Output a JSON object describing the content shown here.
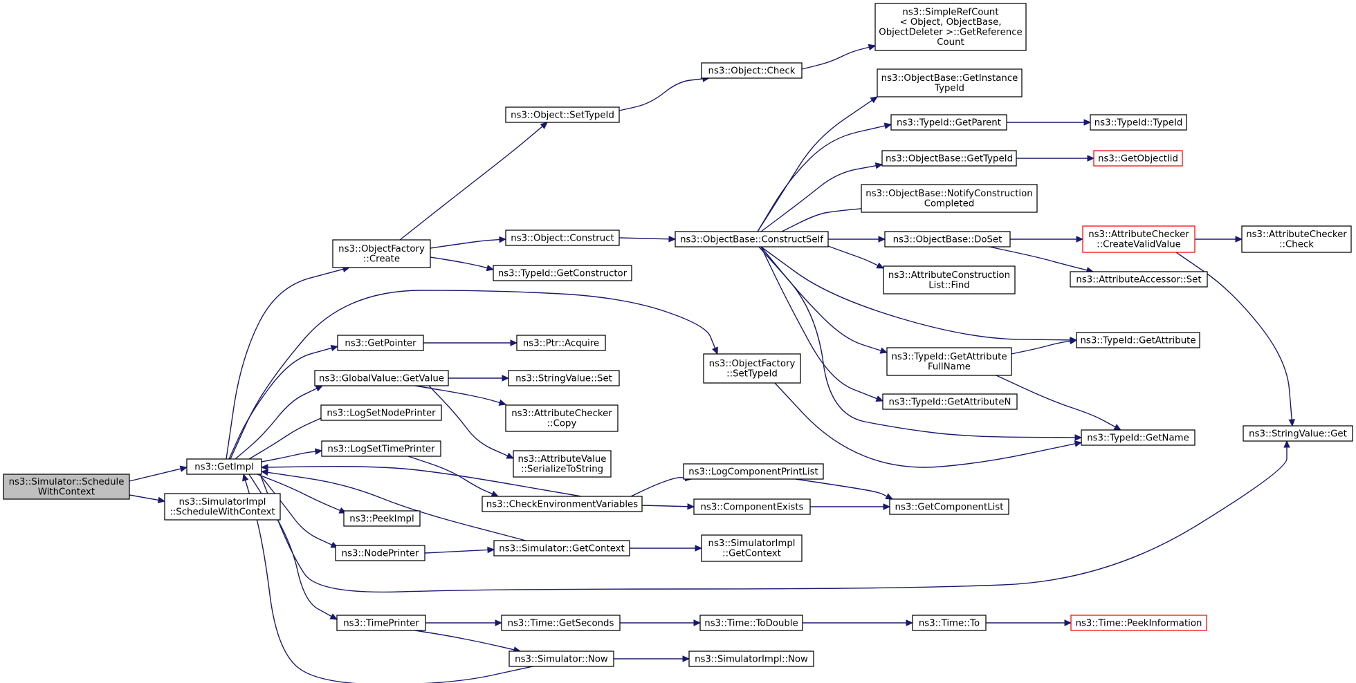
{
  "colors": {
    "edge": "#191970",
    "node_border": "#000000",
    "truncated_border": "#ff0000",
    "root_fill": "#bfbfbf",
    "node_fill": "#ffffff"
  },
  "nodes": {
    "n0": {
      "lines": [
        "ns3::Simulator::Schedule",
        "WithContext"
      ],
      "root": true
    },
    "n1": {
      "lines": [
        "ns3::GetImpl"
      ]
    },
    "n2": {
      "lines": [
        "ns3::SimulatorImpl",
        "::ScheduleWithContext"
      ]
    },
    "n3": {
      "lines": [
        "ns3::ObjectFactory",
        "::Create"
      ]
    },
    "n4": {
      "lines": [
        "ns3::GetPointer"
      ]
    },
    "n5": {
      "lines": [
        "ns3::GlobalValue::GetValue"
      ]
    },
    "n6": {
      "lines": [
        "ns3::LogSetNodePrinter"
      ]
    },
    "n7": {
      "lines": [
        "ns3::LogSetTimePrinter"
      ]
    },
    "n8": {
      "lines": [
        "ns3::PeekImpl"
      ]
    },
    "n9": {
      "lines": [
        "ns3::NodePrinter"
      ]
    },
    "n10": {
      "lines": [
        "ns3::TimePrinter"
      ]
    },
    "n11": {
      "lines": [
        "ns3::Object::SetTypeId"
      ]
    },
    "n12": {
      "lines": [
        "ns3::Object::Construct"
      ]
    },
    "n13": {
      "lines": [
        "ns3::TypeId::GetConstructor"
      ]
    },
    "n14": {
      "lines": [
        "ns3::Ptr::Acquire"
      ]
    },
    "n15": {
      "lines": [
        "ns3::StringValue::Set"
      ]
    },
    "n16": {
      "lines": [
        "ns3::AttributeChecker",
        "::Copy"
      ]
    },
    "n17": {
      "lines": [
        "ns3::AttributeValue",
        "::SerializeToString"
      ]
    },
    "n18": {
      "lines": [
        "ns3::CheckEnvironmentVariables"
      ]
    },
    "n19": {
      "lines": [
        "ns3::Simulator::GetContext"
      ]
    },
    "n20": {
      "lines": [
        "ns3::Time::GetSeconds"
      ]
    },
    "n21": {
      "lines": [
        "ns3::Simulator::Now"
      ]
    },
    "n22": {
      "lines": [
        "ns3::Object::Check"
      ]
    },
    "n23": {
      "lines": [
        "ns3::ObjectBase::ConstructSelf"
      ]
    },
    "n24": {
      "lines": [
        "ns3::ObjectFactory",
        "::SetTypeId"
      ]
    },
    "n25": {
      "lines": [
        "ns3::LogComponentPrintList"
      ]
    },
    "n26": {
      "lines": [
        "ns3::ComponentExists"
      ]
    },
    "n27": {
      "lines": [
        "ns3::SimulatorImpl",
        "::GetContext"
      ]
    },
    "n28": {
      "lines": [
        "ns3::Time::ToDouble"
      ]
    },
    "n29": {
      "lines": [
        "ns3::SimulatorImpl::Now"
      ]
    },
    "n30": {
      "lines": [
        "ns3::SimpleRefCount",
        "< Object, ObjectBase,",
        " ObjectDeleter >::GetReference",
        "Count"
      ]
    },
    "n31": {
      "lines": [
        "ns3::ObjectBase::GetInstance",
        "TypeId"
      ]
    },
    "n32": {
      "lines": [
        "ns3::TypeId::GetParent"
      ]
    },
    "n33": {
      "lines": [
        "ns3::ObjectBase::GetTypeId"
      ]
    },
    "n34": {
      "lines": [
        "ns3::ObjectBase::NotifyConstruction",
        "Completed"
      ]
    },
    "n35": {
      "lines": [
        "ns3::ObjectBase::DoSet"
      ]
    },
    "n36": {
      "lines": [
        "ns3::AttributeConstruction",
        "List::Find"
      ]
    },
    "n37": {
      "lines": [
        "ns3::TypeId::GetAttribute",
        "FullName"
      ]
    },
    "n38": {
      "lines": [
        "ns3::TypeId::GetAttributeN"
      ]
    },
    "n39": {
      "lines": [
        "ns3::GetComponentList"
      ]
    },
    "n40": {
      "lines": [
        "ns3::Time::To"
      ]
    },
    "n41": {
      "lines": [
        "ns3::TypeId::TypeId"
      ]
    },
    "n42": {
      "lines": [
        "ns3::GetObjectIid"
      ],
      "truncated": true
    },
    "n43": {
      "lines": [
        "ns3::AttributeChecker",
        "::CreateValidValue"
      ],
      "truncated": true
    },
    "n44": {
      "lines": [
        "ns3::AttributeAccessor::Set"
      ]
    },
    "n45": {
      "lines": [
        "ns3::TypeId::GetAttribute"
      ]
    },
    "n46": {
      "lines": [
        "ns3::TypeId::GetName"
      ]
    },
    "n47": {
      "lines": [
        "ns3::Time::PeekInformation"
      ],
      "truncated": true
    },
    "n48": {
      "lines": [
        "ns3::AttributeChecker",
        "::Check"
      ]
    },
    "n49": {
      "lines": [
        "ns3::StringValue::Get"
      ]
    }
  },
  "edges": [
    [
      "n0",
      "n1"
    ],
    [
      "n0",
      "n2"
    ],
    [
      "n1",
      "n3"
    ],
    [
      "n1",
      "n4"
    ],
    [
      "n1",
      "n5"
    ],
    [
      "n1",
      "n6"
    ],
    [
      "n1",
      "n7"
    ],
    [
      "n1",
      "n8"
    ],
    [
      "n1",
      "n9"
    ],
    [
      "n1",
      "n10"
    ],
    [
      "n1",
      "n24"
    ],
    [
      "n1",
      "n49"
    ],
    [
      "n3",
      "n11"
    ],
    [
      "n3",
      "n12"
    ],
    [
      "n3",
      "n13"
    ],
    [
      "n4",
      "n14"
    ],
    [
      "n5",
      "n15"
    ],
    [
      "n5",
      "n16"
    ],
    [
      "n5",
      "n17"
    ],
    [
      "n7",
      "n18"
    ],
    [
      "n9",
      "n19"
    ],
    [
      "n10",
      "n20"
    ],
    [
      "n10",
      "n21"
    ],
    [
      "n11",
      "n22"
    ],
    [
      "n12",
      "n23"
    ],
    [
      "n18",
      "n25"
    ],
    [
      "n18",
      "n26"
    ],
    [
      "n18",
      "n1"
    ],
    [
      "n19",
      "n27"
    ],
    [
      "n19",
      "n1"
    ],
    [
      "n20",
      "n28"
    ],
    [
      "n21",
      "n29"
    ],
    [
      "n21",
      "n1"
    ],
    [
      "n22",
      "n30"
    ],
    [
      "n23",
      "n31"
    ],
    [
      "n23",
      "n32"
    ],
    [
      "n23",
      "n33"
    ],
    [
      "n23",
      "n34"
    ],
    [
      "n23",
      "n35"
    ],
    [
      "n23",
      "n36"
    ],
    [
      "n23",
      "n37"
    ],
    [
      "n23",
      "n38"
    ],
    [
      "n23",
      "n45"
    ],
    [
      "n23",
      "n46"
    ],
    [
      "n24",
      "n46"
    ],
    [
      "n25",
      "n39"
    ],
    [
      "n26",
      "n39"
    ],
    [
      "n28",
      "n40"
    ],
    [
      "n40",
      "n47"
    ],
    [
      "n32",
      "n41"
    ],
    [
      "n33",
      "n42"
    ],
    [
      "n35",
      "n43"
    ],
    [
      "n35",
      "n44"
    ],
    [
      "n37",
      "n45"
    ],
    [
      "n37",
      "n46"
    ],
    [
      "n43",
      "n48"
    ],
    [
      "n43",
      "n49"
    ]
  ]
}
